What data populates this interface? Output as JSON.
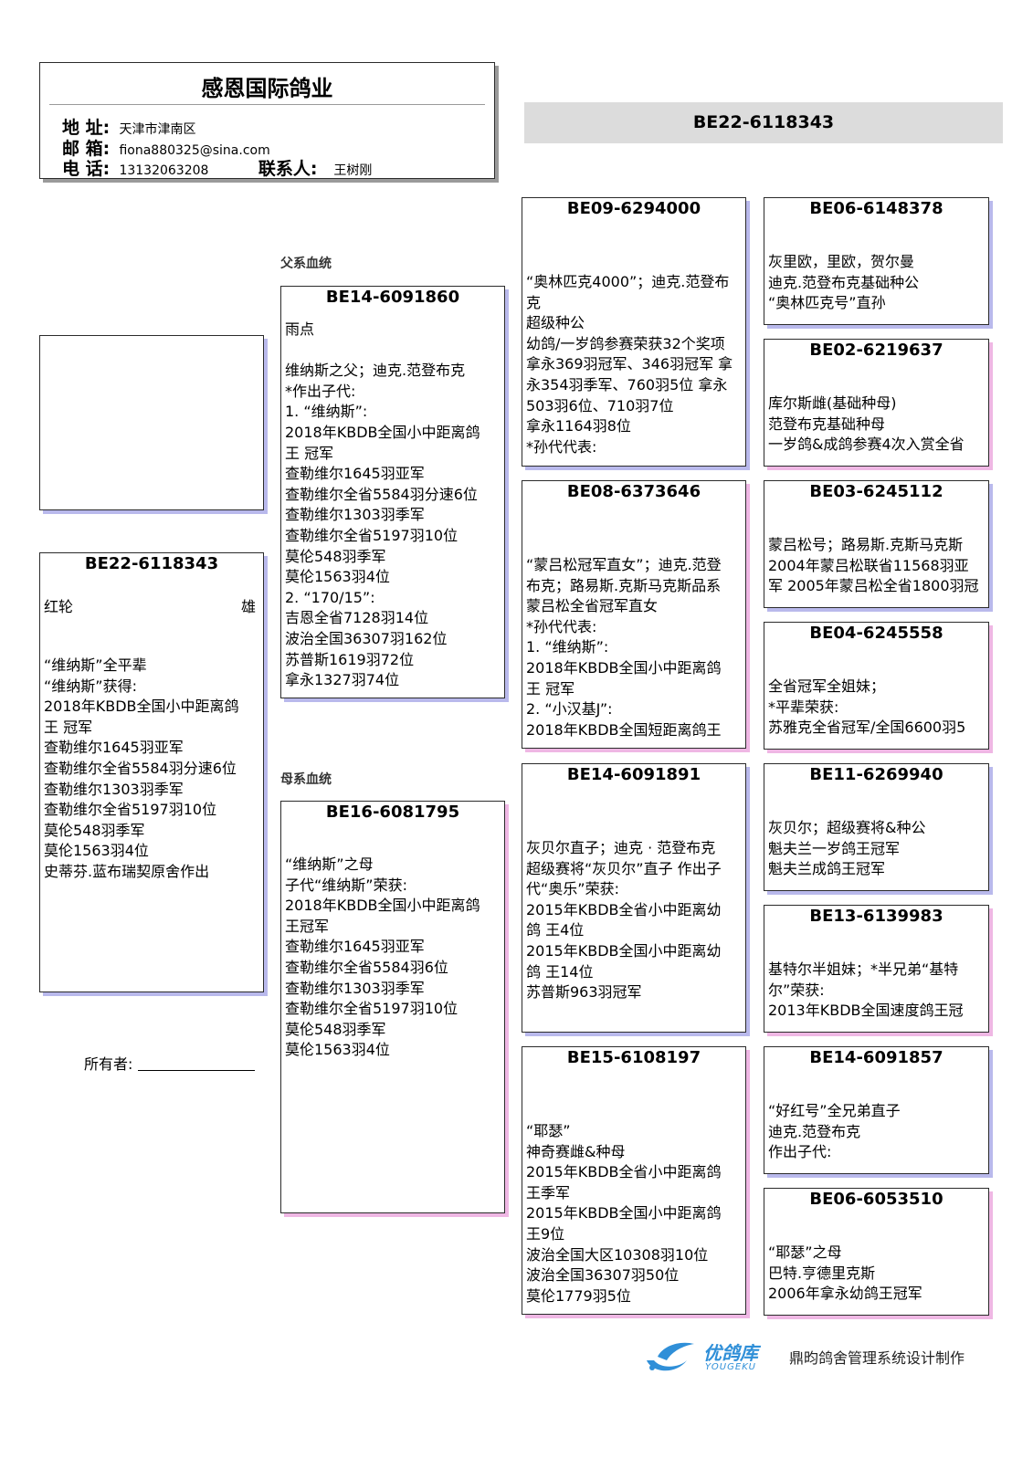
{
  "header": {
    "title": "感恩国际鸽业",
    "address_label": "地 址:",
    "address": "天津市津南区",
    "email_label": "邮 箱:",
    "email": "fiona880325@sina.com",
    "phone_label": "电 话:",
    "phone": "13132063208",
    "contact_label": "联系人:",
    "contact": "王树刚"
  },
  "main_ring": "BE22-6118343",
  "labels": {
    "sire_line": "父系血统",
    "dam_line": "母系血统"
  },
  "subject": {
    "ring": "BE22-6118343",
    "color": "红轮",
    "sex": "雄",
    "text": "“维纳斯”全平辈\n“维纳斯”获得:\n2018年KBDB全国小中距离鸽\n王 冠军\n查勒维尔1645羽亚军\n查勒维尔全省5584羽分速6位\n查勒维尔1303羽季军\n查勒维尔全省5197羽10位\n莫伦548羽季军\n莫伦1563羽4位\n史蒂芬.蓝布瑞契原舍作出"
  },
  "owner_label": "所有者:",
  "sire": {
    "ring": "BE14-6091860",
    "text": "雨点\n\n维纳斯之父；迪克.范登布克\n*作出子代:\n1. “维纳斯”:\n2018年KBDB全国小中距离鸽\n王 冠军\n查勒维尔1645羽亚军\n查勒维尔全省5584羽分速6位\n查勒维尔1303羽季军\n查勒维尔全省5197羽10位\n莫伦548羽季军\n莫伦1563羽4位\n2. “170/15”:\n吉恩全省7128羽14位\n波治全国36307羽162位\n苏普斯1619羽72位\n拿永1327羽74位"
  },
  "dam": {
    "ring": "BE16-6081795",
    "text": "“维纳斯”之母\n子代“维纳斯”荣获:\n2018年KBDB全国小中距离鸽\n王冠军\n查勒维尔1645羽亚军\n查勒维尔全省5584羽6位\n查勒维尔1303羽季军\n查勒维尔全省5197羽10位\n莫伦548羽季军\n莫伦1563羽4位"
  },
  "gen3": [
    {
      "ring": "BE09-6294000",
      "text": "“奥林匹克4000”；迪克.范登布\n克\n超级种公\n幼鸽/一岁鸽参赛荣获32个奖项\n拿永369羽冠军、346羽冠军 拿\n永354羽季军、760羽5位 拿永\n503羽6位、710羽7位\n拿永1164羽8位\n*孙代代表:"
    },
    {
      "ring": "BE08-6373646",
      "text": "“蒙吕松冠军直女”；迪克.范登\n布克；路易斯.克斯马克斯品系\n蒙吕松全省冠军直女\n*孙代代表:\n1. “维纳斯”:\n2018年KBDB全国小中距离鸽\n王 冠军\n2. “小汉基J”:\n2018年KBDB全国短距离鸽王"
    },
    {
      "ring": "BE14-6091891",
      "text": "灰贝尔直子；迪克 · 范登布克\n超级赛将“灰贝尔”直子 作出子\n代“奥乐”荣获:\n2015年KBDB全省小中距离幼\n鸽 王4位\n2015年KBDB全国小中距离幼\n鸽 王14位\n苏普斯963羽冠军"
    },
    {
      "ring": "BE15-6108197",
      "text": "“耶瑟”\n神奇赛雌&种母\n2015年KBDB全省小中距离鸽\n王季军\n2015年KBDB全国小中距离鸽\n王9位\n波治全国大区10308羽10位\n波治全国36307羽50位\n莫伦1779羽5位"
    }
  ],
  "gen4": [
    {
      "ring": "BE06-6148378",
      "text": "灰里欧，里欧，贺尔曼\n迪克.范登布克基础种公\n“奥林匹克号”直孙"
    },
    {
      "ring": "BE02-6219637",
      "text": "库尔斯雌(基础种母)\n范登布克基础种母\n一岁鸽&成鸽参赛4次入赏全省"
    },
    {
      "ring": "BE03-6245112",
      "text": "蒙吕松号；路易斯.克斯马克斯\n2004年蒙吕松联省11568羽亚\n军 2005年蒙吕松全省1800羽冠"
    },
    {
      "ring": "BE04-6245558",
      "text": "全省冠军全姐妹；\n*平辈荣获:\n苏雅克全省冠军/全国6600羽5"
    },
    {
      "ring": "BE11-6269940",
      "text": "灰贝尔；超级赛将&种公\n魁夫兰一岁鸽王冠军\n魁夫兰成鸽王冠军"
    },
    {
      "ring": "BE13-6139983",
      "text": "基特尔半姐妹；*半兄弟“基特\n尔”荣获:\n2013年KBDB全国速度鸽王冠"
    },
    {
      "ring": "BE14-6091857",
      "text": "“好红号”全兄弟直子\n迪克.范登布克\n作出子代:"
    },
    {
      "ring": "BE06-6053510",
      "text": "“耶瑟”之母\n巴特.亨德里克斯\n2006年拿永幼鸽王冠军"
    }
  ],
  "footer": {
    "logo_name": "优鸽库",
    "logo_sub": "YOUGEKU",
    "credit": "鼎昀鸽舍管理系统设计制作"
  },
  "colors": {
    "male_shadow": "#b9b9ec",
    "female_shadow": "#efb7e4",
    "logo_blue": "#2f8fd8"
  }
}
